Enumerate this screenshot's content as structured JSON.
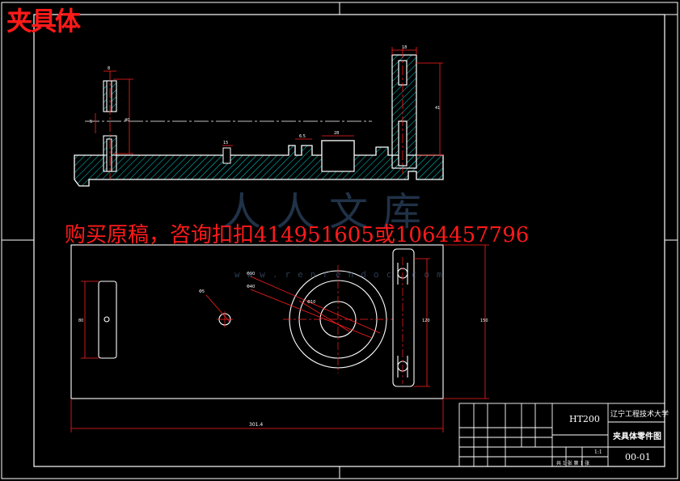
{
  "drawing_title": "夹具体",
  "purchase_notice": "购买原稿，咨询扣扣414951605或1064457796",
  "watermark": {
    "logo_text": "人人文库",
    "url_text": "www.renrendoc.com"
  },
  "title_block": {
    "material": "HT200",
    "institution": "辽宁工程技术大学",
    "part_name": "夹具体零件图",
    "drawing_number": "00-01",
    "scale": "1:1",
    "sheet_text": "共 1 张  第 1 张"
  },
  "dimensions": {
    "top_width": "18",
    "side_height": "41",
    "left_upper": "8",
    "left_lower": "5",
    "left_height": "40",
    "slot_a": "15",
    "slot_b": "6.5",
    "slot_c": "28",
    "overall_length": "301.4",
    "height_a": "150",
    "height_b": "120",
    "left_view_height": "80",
    "circle_a": "Φ10",
    "circle_b": "Φ90",
    "circle_c": "Φ40",
    "circle_d": "Φ5"
  },
  "colors": {
    "background": "#000000",
    "lines": "#ffffff",
    "hatch": "#00e5e5",
    "dimension": "#ff2020",
    "overlay": "#ff1a1a"
  }
}
